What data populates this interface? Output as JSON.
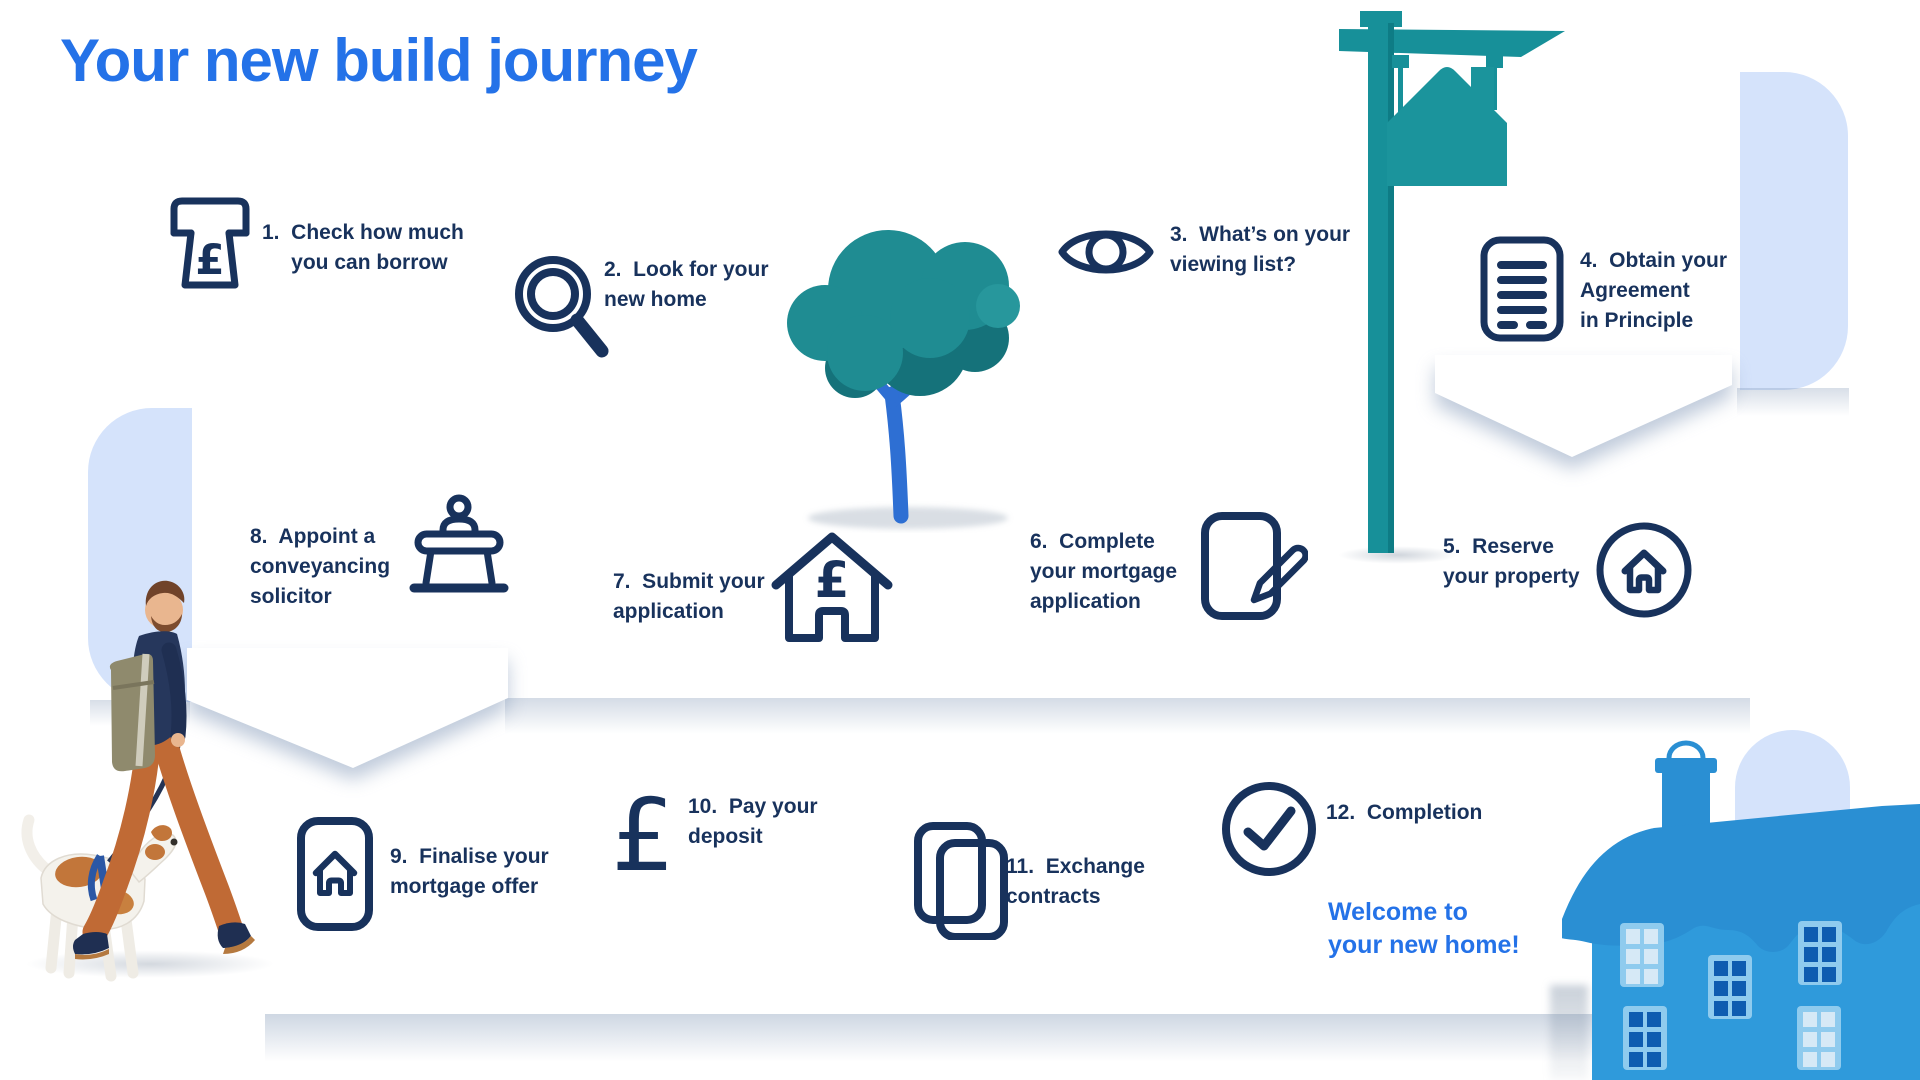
{
  "title": "Your new build journey",
  "welcome_message": "Welcome to\nyour new home!",
  "steps": [
    {
      "label": "1.  Check how much\n     you can borrow",
      "icon": "cash-machine-icon"
    },
    {
      "label": "2.  Look for your\nnew home",
      "icon": "magnifying-glass-icon"
    },
    {
      "label": "3.  What’s on your\nviewing list?",
      "icon": "eye-icon"
    },
    {
      "label": "4.  Obtain your\nAgreement\nin Principle",
      "icon": "agreement-document-icon"
    },
    {
      "label": "5.  Reserve\nyour property",
      "icon": "house-circle-icon"
    },
    {
      "label": "6.  Complete\nyour mortgage\napplication",
      "icon": "application-pen-icon"
    },
    {
      "label": "7.  Submit your\napplication",
      "icon": "house-pound-icon"
    },
    {
      "label": "8.  Appoint a\nconveyancing\nsolicitor",
      "icon": "solicitor-desk-icon"
    },
    {
      "label": "9.  Finalise your\nmortgage offer",
      "icon": "mortgage-offer-icon"
    },
    {
      "label": "10.  Pay your\ndeposit",
      "icon": "pound-icon"
    },
    {
      "label": "11.  Exchange\ncontracts",
      "icon": "contracts-icon"
    },
    {
      "label": "12.  Completion",
      "icon": "check-circle-icon"
    }
  ],
  "illustrations": [
    "tree",
    "estate-agent-signpost",
    "man-walking-dog",
    "blue-house"
  ],
  "colors": {
    "accent_blue": "#2472e8",
    "ink_navy": "#18325c",
    "signpost_teal": "#179099",
    "tree_teal": "#1f8c92",
    "trunk_blue": "#2e6fd3",
    "ribbon_light_blue": "#d5e3fb",
    "house_blue": "#2f9adb"
  }
}
